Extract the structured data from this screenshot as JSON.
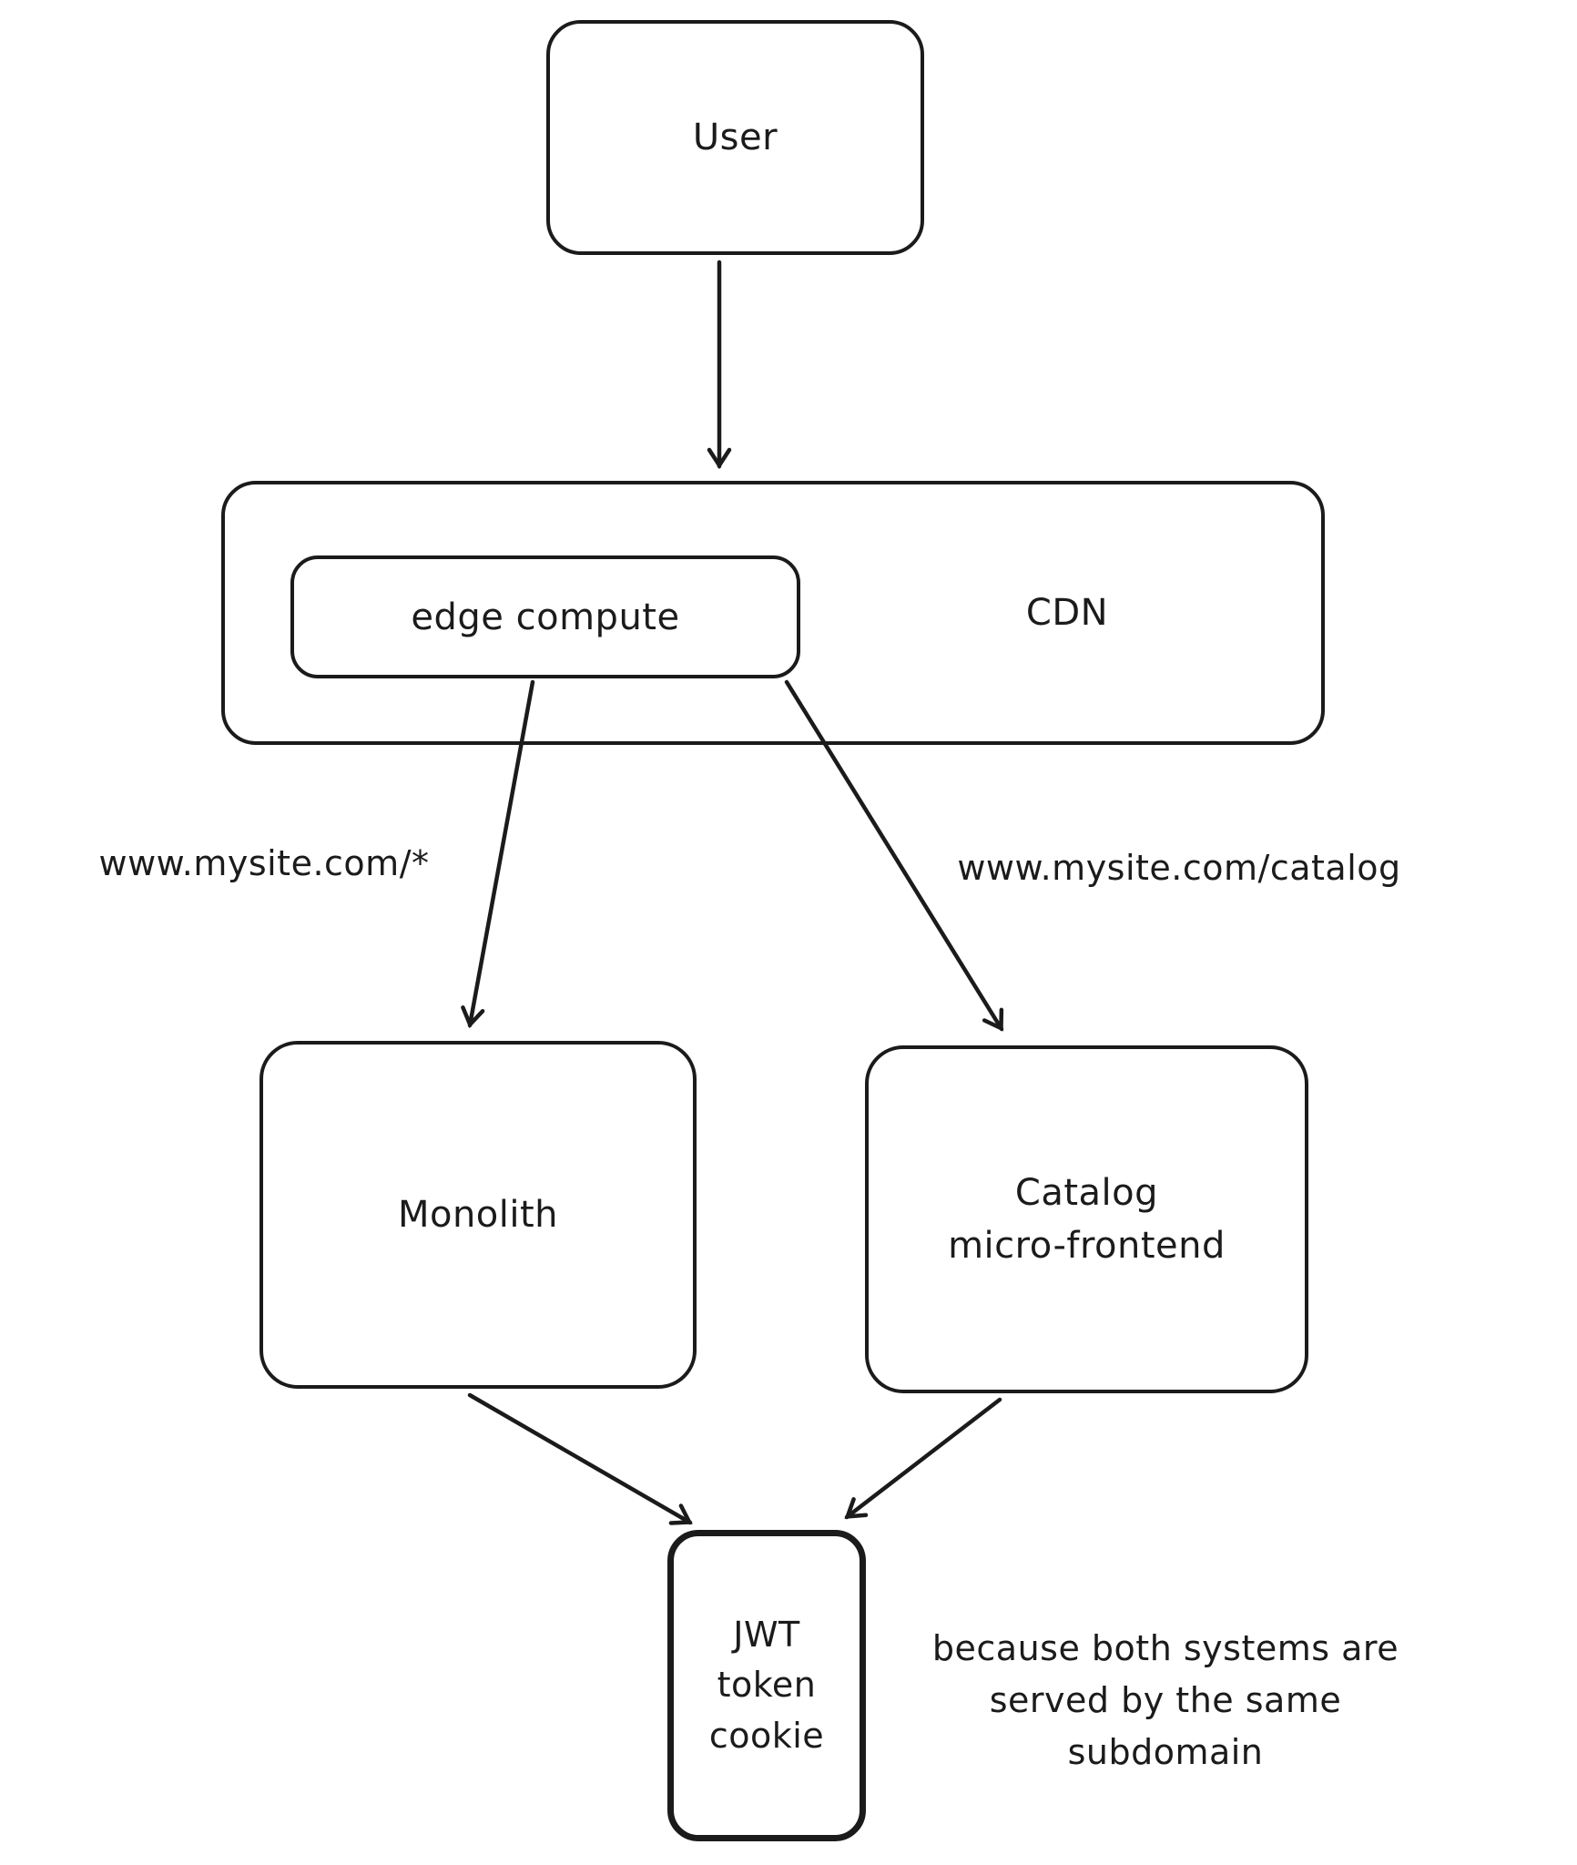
{
  "diagram": {
    "colors": {
      "stroke": "#1b1b1b",
      "background": "#ffffff"
    },
    "nodes": {
      "user": {
        "label": "User"
      },
      "cdn": {
        "label": "CDN"
      },
      "edge_compute": {
        "label": "edge compute"
      },
      "monolith": {
        "label": "Monolith"
      },
      "catalog": {
        "label": "Catalog\nmicro-frontend"
      },
      "jwt": {
        "label": "JWT\ntoken\ncookie"
      }
    },
    "edge_labels": {
      "monolith_route": "www.mysite.com/*",
      "catalog_route": "www.mysite.com/catalog"
    },
    "annotation": "because both systems are\nserved by the same subdomain"
  }
}
